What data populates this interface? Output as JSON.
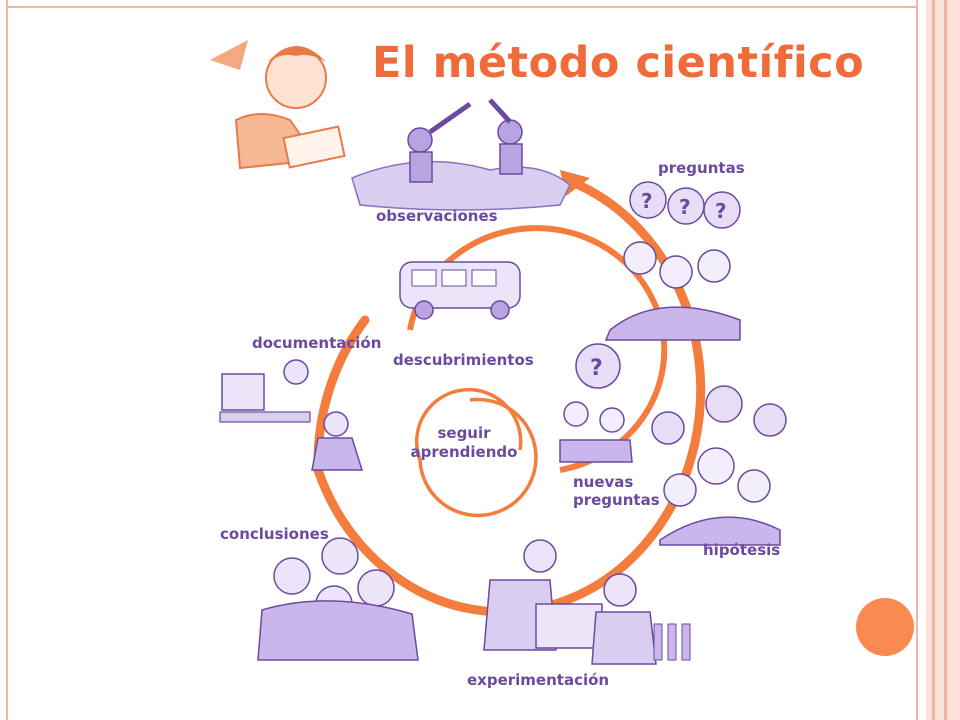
{
  "title": "El método científico",
  "outer_cycle_steps": [
    {
      "id": "observaciones",
      "label": "observaciones"
    },
    {
      "id": "preguntas",
      "label": "preguntas"
    },
    {
      "id": "hipotesis",
      "label": "hipótesis"
    },
    {
      "id": "experimentacion",
      "label": "experimentación"
    },
    {
      "id": "conclusiones",
      "label": "conclusiones"
    },
    {
      "id": "documentacion",
      "label": "documentación"
    }
  ],
  "inner_cycle_steps": [
    {
      "id": "descubrimientos",
      "label": "descubrimientos"
    },
    {
      "id": "nuevas_preguntas",
      "line1": "nuevas",
      "line2": "preguntas"
    }
  ],
  "center": {
    "line1": "seguir",
    "line2": "aprendiendo"
  },
  "colors": {
    "title": "#f06b3a",
    "labels": "#6b4aa0",
    "cycle_arrow": "#f47c3c",
    "accent_dot": "#fb8a52",
    "frame": "#f4b6a6"
  }
}
